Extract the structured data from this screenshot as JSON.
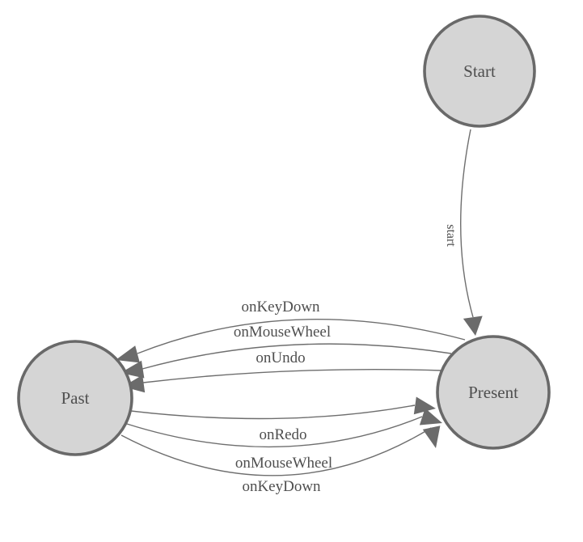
{
  "diagram": {
    "type": "state-machine",
    "colors": {
      "bg": "#ffffff",
      "node_fill": "#d5d5d5",
      "node_border": "#696969",
      "edge": "#6e6e6e",
      "arrow": "#6b6b6b",
      "text": "#4f4f4f"
    },
    "nodes": [
      {
        "id": "start",
        "label": "Start"
      },
      {
        "id": "present",
        "label": "Present"
      },
      {
        "id": "past",
        "label": "Past"
      }
    ],
    "edges": [
      {
        "from": "start",
        "to": "present",
        "label": "start"
      },
      {
        "from": "present",
        "to": "past",
        "label": "onKeyDown"
      },
      {
        "from": "present",
        "to": "past",
        "label": "onMouseWheel"
      },
      {
        "from": "present",
        "to": "past",
        "label": "onUndo"
      },
      {
        "from": "past",
        "to": "present",
        "label": "onRedo"
      },
      {
        "from": "past",
        "to": "present",
        "label": "onMouseWheel"
      },
      {
        "from": "past",
        "to": "present",
        "label": "onKeyDown"
      }
    ]
  }
}
